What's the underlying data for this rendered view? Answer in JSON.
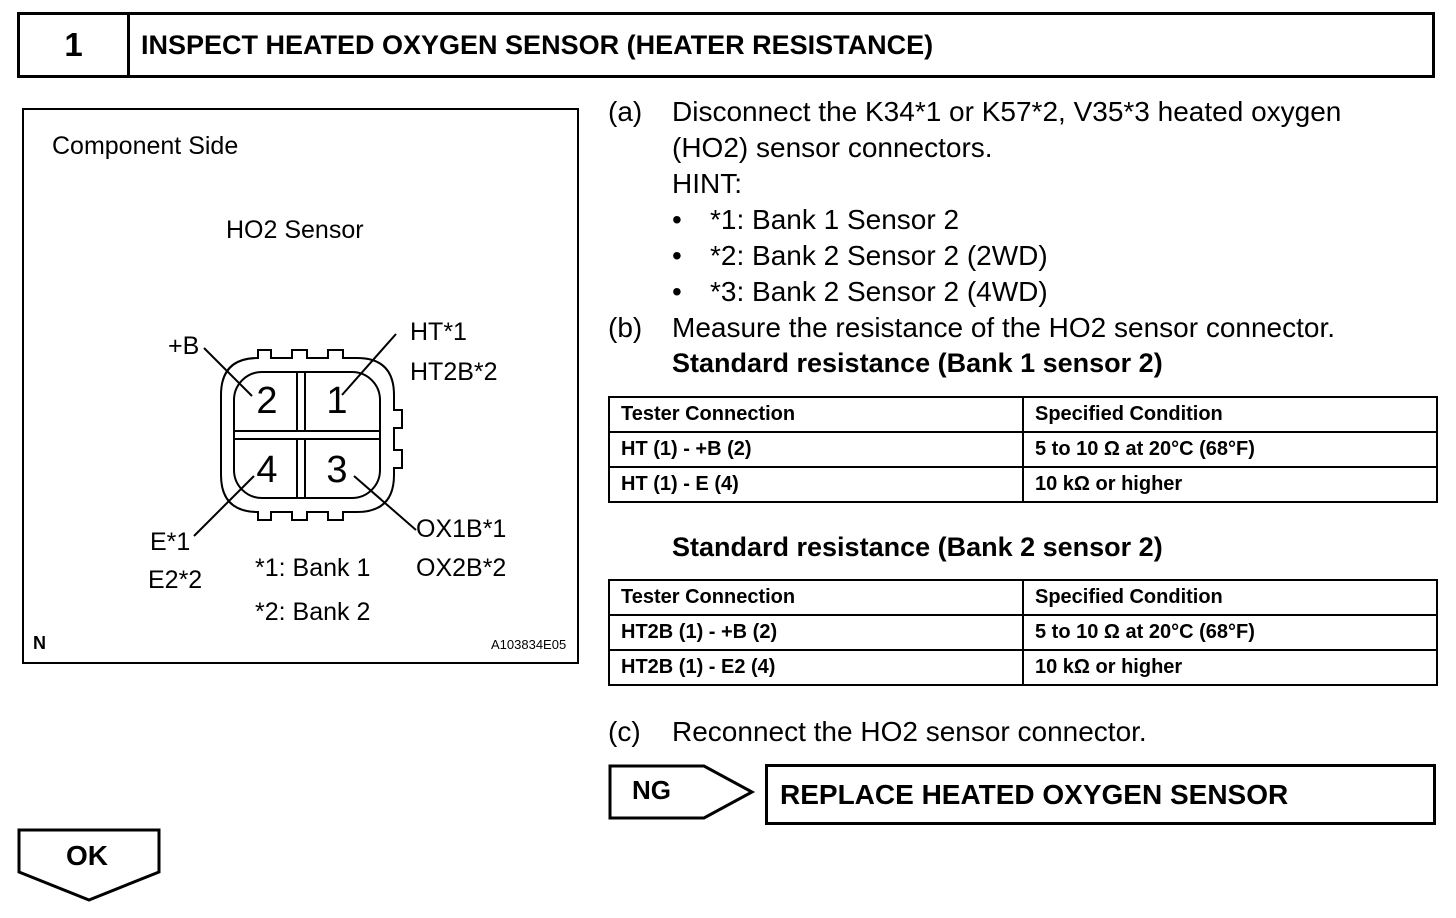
{
  "header": {
    "step_number": "1",
    "title": "INSPECT HEATED OXYGEN SENSOR (HEATER RESISTANCE)"
  },
  "diagram": {
    "caption": "Component Side",
    "sensor_title": "HO2 Sensor",
    "pins": [
      "2",
      "1",
      "4",
      "3"
    ],
    "labels": {
      "plus_b": "+B",
      "ht": "HT*1",
      "ht2b": "HT2B*2",
      "e": "E*1",
      "e2": "E2*2",
      "ox1b": "OX1B*1",
      "ox2b": "OX2B*2",
      "bank1": "*1: Bank 1",
      "bank2": "*2: Bank 2"
    },
    "corner_mark": "N",
    "figure_id": "A103834E05"
  },
  "steps": {
    "a": {
      "letter": "(a)",
      "line1": "Disconnect the K34*1 or K57*2, V35*3 heated oxygen",
      "line2": "(HO2) sensor connectors.",
      "hint_label": "HINT:",
      "hints": [
        "*1: Bank 1 Sensor 2",
        "*2: Bank 2 Sensor 2 (2WD)",
        "*3: Bank 2 Sensor 2 (4WD)"
      ],
      "bullet": "•"
    },
    "b": {
      "letter": "(b)",
      "text": "Measure the resistance of the HO2 sensor connector."
    },
    "c": {
      "letter": "(c)",
      "text": "Reconnect the HO2 sensor connector."
    }
  },
  "tables": [
    {
      "title": "Standard resistance (Bank 1 sensor 2)",
      "headers": [
        "Tester Connection",
        "Specified Condition"
      ],
      "rows": [
        [
          "HT (1) - +B (2)",
          "5 to 10 Ω at 20°C (68°F)"
        ],
        [
          "HT (1) - E (4)",
          "10 kΩ or higher"
        ]
      ]
    },
    {
      "title": "Standard resistance (Bank 2 sensor 2)",
      "headers": [
        "Tester Connection",
        "Specified Condition"
      ],
      "rows": [
        [
          "HT2B (1) - +B (2)",
          "5 to 10 Ω at 20°C (68°F)"
        ],
        [
          "HT2B (1) - E2 (4)",
          "10 kΩ or higher"
        ]
      ]
    }
  ],
  "results": {
    "ng_label": "NG",
    "ng_action": "REPLACE HEATED OXYGEN SENSOR",
    "ok_label": "OK"
  }
}
